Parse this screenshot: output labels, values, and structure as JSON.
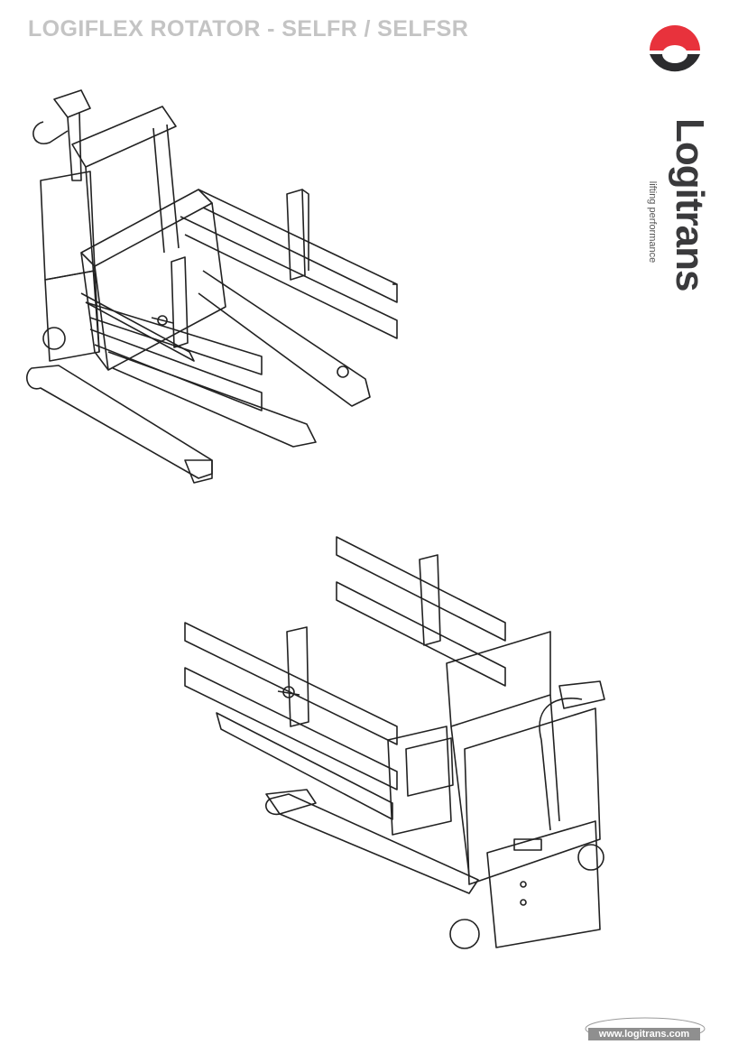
{
  "document": {
    "title": "LOGIFLEX ROTATOR - SELFR / SELFSR"
  },
  "brand": {
    "name": "Logitrans",
    "tagline": "lifting performance",
    "website": "www.logitrans.com",
    "colors": {
      "red": "#e8323c",
      "dark": "#3a3a3c",
      "title_gray": "#c4c4c4"
    }
  },
  "illustrations": [
    {
      "label": "",
      "icon": "rotator-stacker-front-view"
    },
    {
      "label": "",
      "icon": "rotator-stacker-rear-view"
    }
  ]
}
